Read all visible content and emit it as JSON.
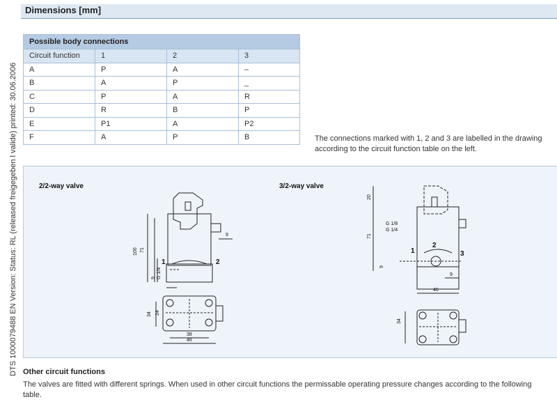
{
  "sidebar_text": "DTS 1000079488  EN  Version:  Status: RL (released  freigegeben  l valide)  printed: 30.06.2006",
  "header": {
    "title": "Dimensions [mm]"
  },
  "table": {
    "title": "Possible body connections",
    "columns": [
      "Circuit function",
      "1",
      "2",
      "3"
    ],
    "rows": [
      [
        "A",
        "P",
        "A",
        "–"
      ],
      [
        "B",
        "A",
        "P",
        "_"
      ],
      [
        "C",
        "P",
        "A",
        "R"
      ],
      [
        "D",
        "R",
        "B",
        "P"
      ],
      [
        "E",
        "P1",
        "A",
        "P2"
      ],
      [
        "F",
        "A",
        "P",
        "B"
      ]
    ]
  },
  "note": "The connections marked with 1, 2 and 3 are labelled in the drawing according to the circuit function table on the  left.",
  "drawing": {
    "valve_2_2_title": "2/2-way valve",
    "valve_3_2_title": "3/2-way valve",
    "labels_2_2": {
      "port1": "1",
      "port2": "2",
      "dim_100": "100",
      "dim_71": "71",
      "dim_9a": "9",
      "dim_9b": "9",
      "dim_g": "G 1/4",
      "dim_24": "24",
      "dim_34": "34",
      "dim_38": "38",
      "dim_46": "46"
    },
    "labels_3_2": {
      "port1": "1",
      "port2": "2",
      "port3": "3",
      "dim_20": "20",
      "dim_71": "71",
      "dim_9a": "9",
      "dim_9b": "9",
      "g18": "G 1/8",
      "g14": "G 1/4",
      "dim_46": "46",
      "dim_34": "34"
    }
  },
  "other_section": {
    "title": "Other circuit functions",
    "text": "The valves are fitted with different springs. When used in other circuit functions the permissable operating pressure changes according to the following table."
  }
}
